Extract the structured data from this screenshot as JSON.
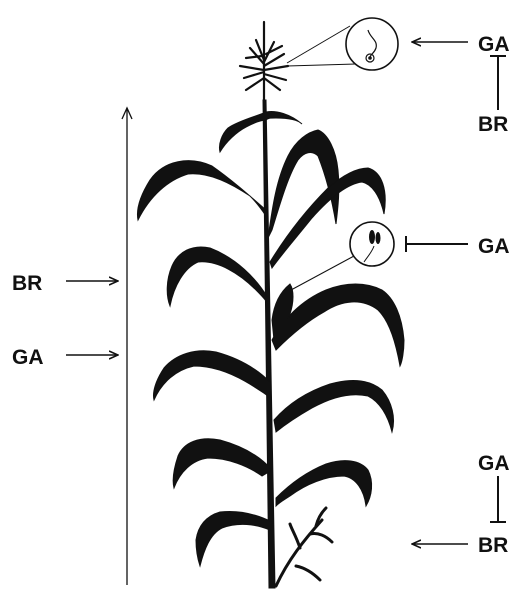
{
  "labels": {
    "ga_top": "GA",
    "br_top": "BR",
    "ga_mid": "GA",
    "br_left": "BR",
    "ga_left": "GA",
    "ga_bottom": "GA",
    "br_bottom": "BR"
  },
  "colors": {
    "ink": "#111111",
    "background": "#ffffff"
  },
  "icons": {
    "tassel": "tassel-icon",
    "ear": "ear-icon",
    "pollen_inset": "pollen-grain-icon",
    "ear_inset": "silk-ear-icon"
  }
}
